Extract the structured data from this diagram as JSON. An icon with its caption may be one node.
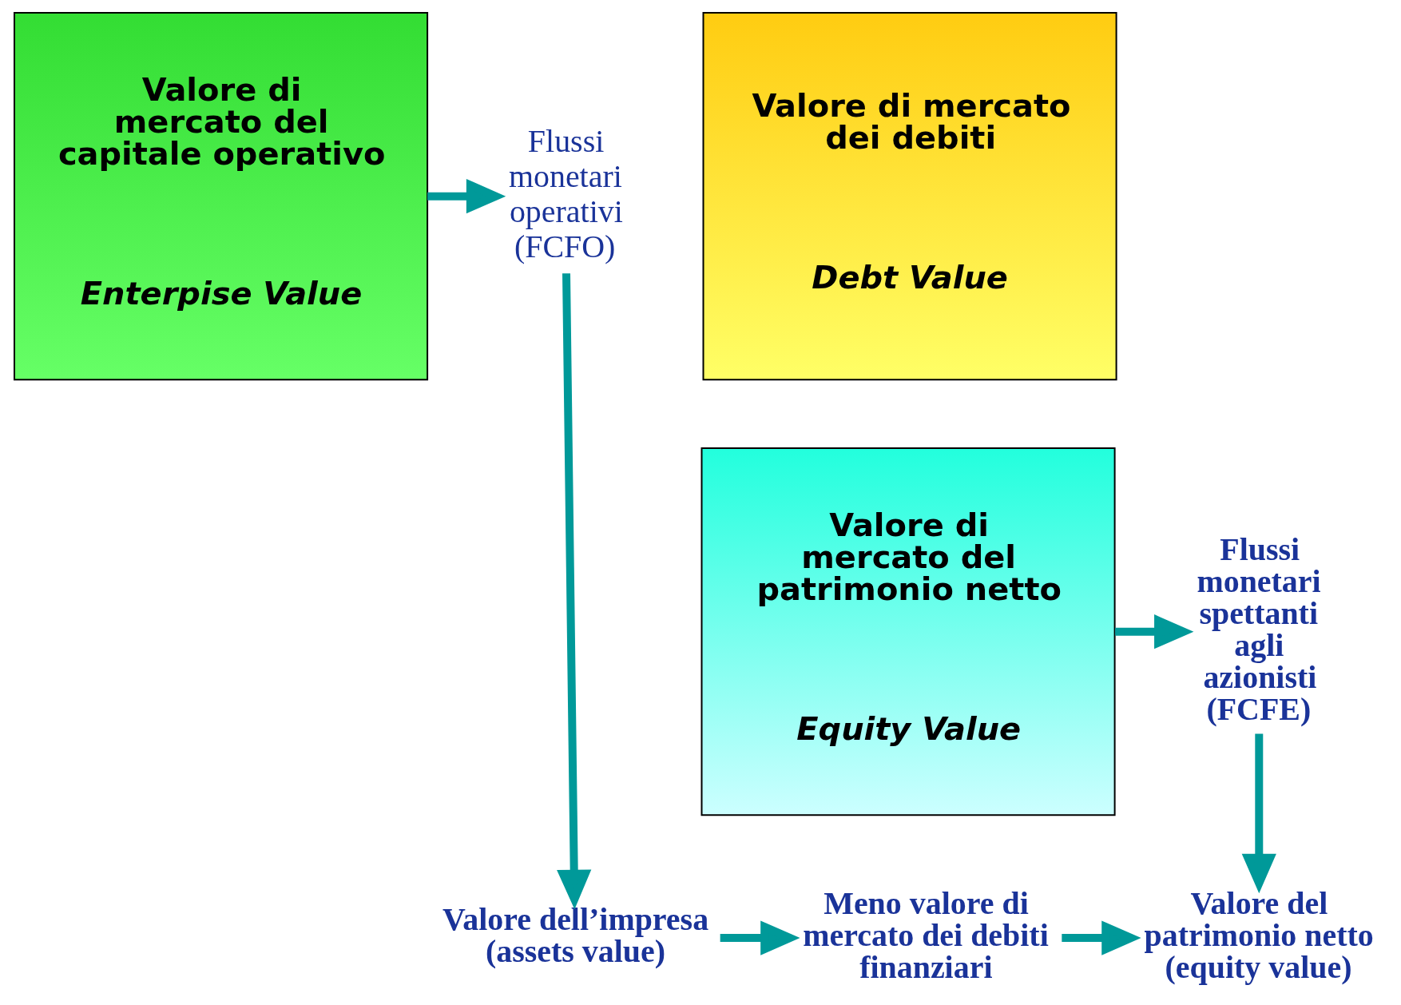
{
  "diagram": {
    "nodes": [
      {
        "text": [
          "Valore di mercato del capitale operativo",
          "Enterpise Value"
        ]
      },
      {
        "text": [
          "Valore di mercato dei debiti",
          "Debt Value"
        ]
      },
      {
        "text": [
          "Valore di mercato del patrimonio netto",
          "Equity Value"
        ]
      },
      {
        "text": [
          "Flussi monetari operativi (FCFO)"
        ]
      },
      {
        "text": [
          "Flussi monetari spettanti agli azionisti (FCFE)"
        ]
      },
      {
        "text": [
          "Valore del patrimonio netto (equity value)"
        ]
      },
      {
        "text": [
          "Valore dell’impresa (assets value)"
        ]
      },
      {
        "text": [
          "Meno valore di mercato dei debiti finanziari"
        ]
      }
    ],
    "edges": [
      {
        "from": 0,
        "to": 3,
        "arrow": "to"
      },
      {
        "from": 3,
        "to": 6,
        "arrow": "to"
      },
      {
        "from": 2,
        "to": 4,
        "arrow": "to"
      },
      {
        "from": 4,
        "to": 5,
        "arrow": "to"
      },
      {
        "from": 6,
        "to": 7,
        "arrow": "to"
      },
      {
        "from": 7,
        "to": 5,
        "arrow": "to"
      }
    ]
  }
}
